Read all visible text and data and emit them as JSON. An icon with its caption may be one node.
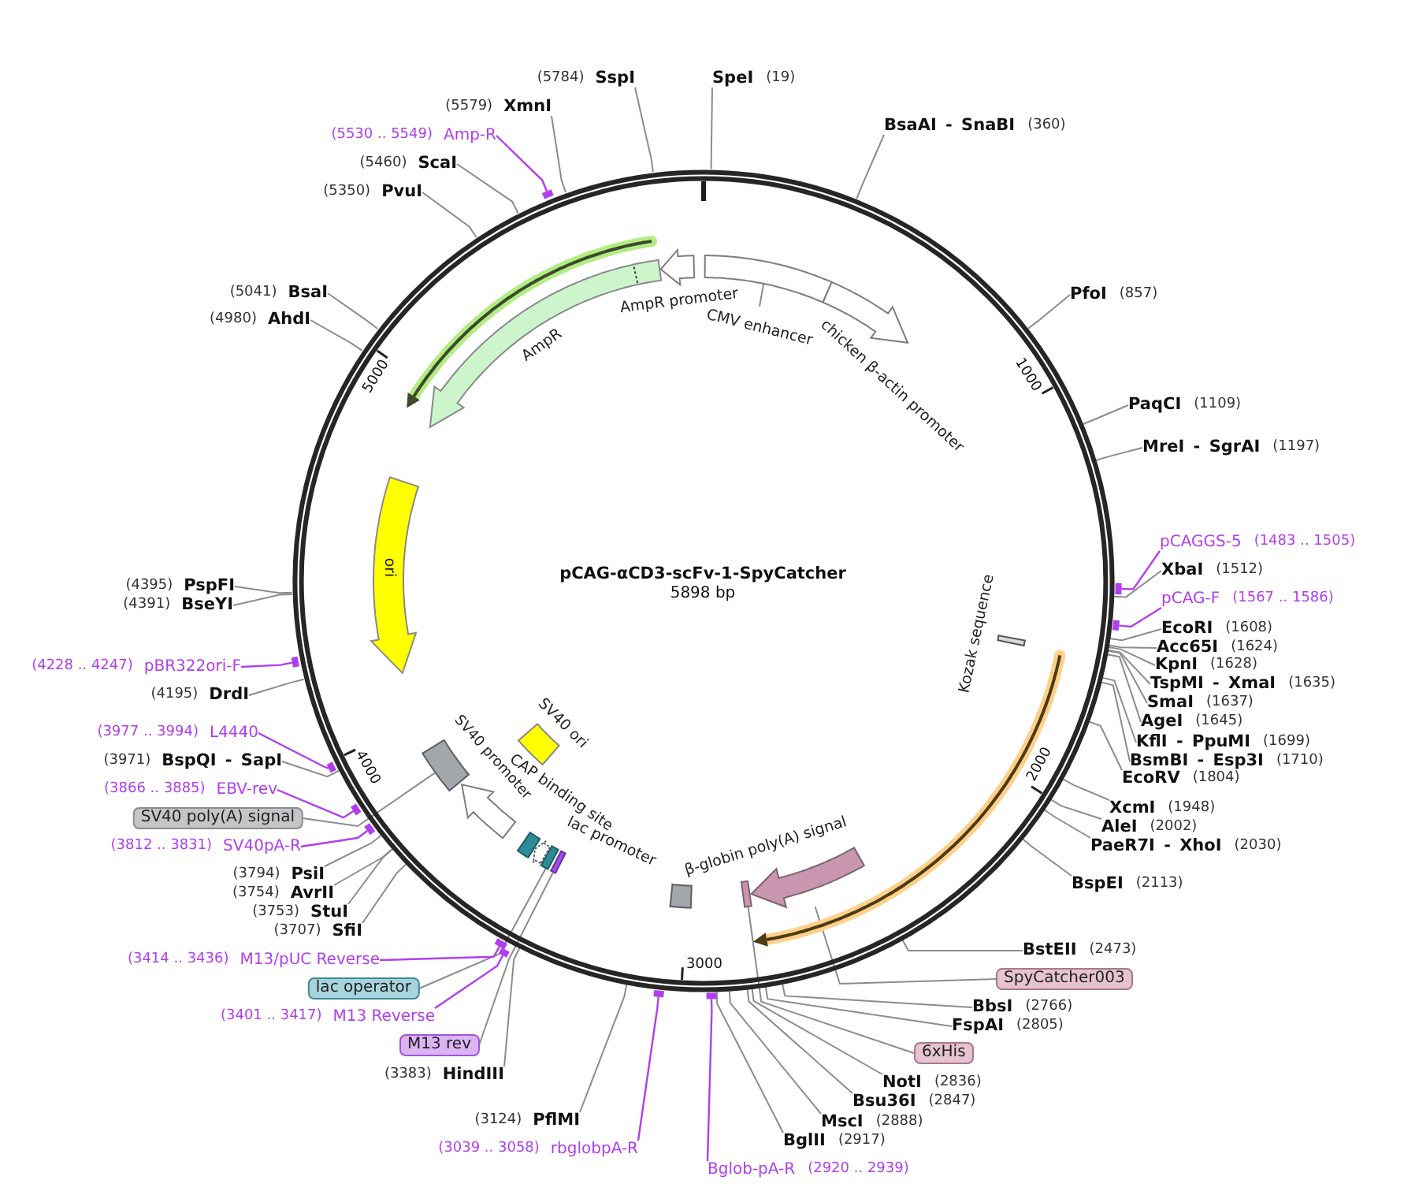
{
  "diagram": {
    "nodes": [
      {
        "text": [
          "pCAG-αCD3-scFv-1-SpyCatcher",
          "5898 bp"
        ]
      },
      {
        "text": [
          "SpeI",
          "(19)"
        ]
      },
      {
        "text": [
          "BsaAI - SnaBI",
          "(360)"
        ]
      },
      {
        "text": [
          "PfoI",
          "(857)"
        ]
      },
      {
        "text": [
          "PaqCI",
          "(1109)"
        ]
      },
      {
        "text": [
          "MreI - SgrAI",
          "(1197)"
        ]
      },
      {
        "text": [
          "pCAGGS-5",
          "(1483 .. 1505)"
        ]
      },
      {
        "text": [
          "XbaI",
          "(1512)"
        ]
      },
      {
        "text": [
          "pCAG-F",
          "(1567 .. 1586)"
        ]
      },
      {
        "text": [
          "EcoRI",
          "(1608)"
        ]
      },
      {
        "text": [
          "Acc65I",
          "(1624)"
        ]
      },
      {
        "text": [
          "KpnI",
          "(1628)"
        ]
      },
      {
        "text": [
          "TspMI - XmaI",
          "(1635)"
        ]
      },
      {
        "text": [
          "SmaI",
          "(1637)"
        ]
      },
      {
        "text": [
          "AgeI",
          "(1645)"
        ]
      },
      {
        "text": [
          "KflI - PpuMI",
          "(1699)"
        ]
      },
      {
        "text": [
          "BsmBI - Esp3I",
          "(1710)"
        ]
      },
      {
        "text": [
          "EcoRV",
          "(1804)"
        ]
      },
      {
        "text": [
          "XcmI",
          "(1948)"
        ]
      },
      {
        "text": [
          "AleI",
          "(2002)"
        ]
      },
      {
        "text": [
          "PaeR7I - XhoI",
          "(2030)"
        ]
      },
      {
        "text": [
          "BspEI",
          "(2113)"
        ]
      },
      {
        "text": [
          "BstEII",
          "(2473)"
        ]
      },
      {
        "text": [
          "SpyCatcher003"
        ]
      },
      {
        "text": [
          "BbsI",
          "(2766)"
        ]
      },
      {
        "text": [
          "FspAI",
          "(2805)"
        ]
      },
      {
        "text": [
          "6xHis"
        ]
      },
      {
        "text": [
          "NotI",
          "(2836)"
        ]
      },
      {
        "text": [
          "Bsu36I",
          "(2847)"
        ]
      },
      {
        "text": [
          "MscI",
          "(2888)"
        ]
      },
      {
        "text": [
          "BglII",
          "(2917)"
        ]
      },
      {
        "text": [
          "Bglob-pA-R",
          "(2920 .. 2939)"
        ]
      },
      {
        "text": [
          "(3039 .. 3058)",
          "rbglobpA-R"
        ]
      },
      {
        "text": [
          "(3124)",
          "PflMI"
        ]
      },
      {
        "text": [
          "(3383)",
          "HindIII"
        ]
      },
      {
        "text": [
          "M13 rev"
        ]
      },
      {
        "text": [
          "(3401 .. 3417)",
          "M13 Reverse"
        ]
      },
      {
        "text": [
          "lac operator"
        ]
      },
      {
        "text": [
          "(3414 .. 3436)",
          "M13/pUC Reverse"
        ]
      },
      {
        "text": [
          "(3707)",
          "SfiI"
        ]
      },
      {
        "text": [
          "(3753)",
          "StuI"
        ]
      },
      {
        "text": [
          "(3754)",
          "AvrII"
        ]
      },
      {
        "text": [
          "(3794)",
          "PsiI"
        ]
      },
      {
        "text": [
          "(3812 .. 3831)",
          "SV40pA-R"
        ]
      },
      {
        "text": [
          "SV40 poly(A) signal"
        ]
      },
      {
        "text": [
          "(3866 .. 3885)",
          "EBV-rev"
        ]
      },
      {
        "text": [
          "(3971)",
          "BspQI - SapI"
        ]
      },
      {
        "text": [
          "(3977 .. 3994)",
          "L4440"
        ]
      },
      {
        "text": [
          "(4195)",
          "DrdI"
        ]
      },
      {
        "text": [
          "(4228 .. 4247)",
          "pBR322ori-F"
        ]
      },
      {
        "text": [
          "(4391)",
          "BseYI"
        ]
      },
      {
        "text": [
          "(4395)",
          "PspFI"
        ]
      },
      {
        "text": [
          "(4980)",
          "AhdI"
        ]
      },
      {
        "text": [
          "(5041)",
          "BsaI"
        ]
      },
      {
        "text": [
          "(5350)",
          "PvuI"
        ]
      },
      {
        "text": [
          "(5460)",
          "ScaI"
        ]
      },
      {
        "text": [
          "(5530 .. 5549)",
          "Amp-R"
        ]
      },
      {
        "text": [
          "(5579)",
          "XmnI"
        ]
      },
      {
        "text": [
          "(5784)",
          "SspI"
        ]
      },
      {
        "text": [
          "CMV enhancer"
        ],
        "in": 0
      },
      {
        "text": [],
        "shape": "box",
        "in": 0
      },
      {
        "text": [],
        "shape": "arrow",
        "in": 0,
        "beside": [
          "chicken β-actin promoter"
        ]
      },
      {
        "text": [],
        "shape": "bar",
        "in": 0,
        "beside": [
          "Kozak sequence"
        ]
      },
      {
        "text": [],
        "shape": "arrow",
        "in": 0,
        "beside": [
          "β-globin poly(A) signal"
        ]
      },
      {
        "text": [],
        "shape": "bar",
        "in": 0
      },
      {
        "text": [],
        "shape": "box",
        "in": 0
      },
      {
        "text": [],
        "shape": "bar",
        "in": 0
      },
      {
        "text": [],
        "shape": "box",
        "in": 0
      },
      {
        "text": [],
        "shape": "arrow",
        "in": 0
      },
      {
        "text": [],
        "shape": "box",
        "in": 0,
        "beside": [
          "CAP binding site"
        ]
      },
      {
        "text": [],
        "shape": "arrow",
        "in": 0,
        "beside": [
          "SV40 promoter"
        ]
      },
      {
        "text": [],
        "shape": "box",
        "in": 0
      },
      {
        "text": [],
        "shape": "box",
        "in": 0,
        "beside": [
          "SV40 ori"
        ]
      },
      {
        "text": [
          "ori"
        ],
        "in": 0
      },
      {
        "text": [],
        "shape": "arrow",
        "in": 0,
        "beside": [
          "AmpR"
        ]
      },
      {
        "text": [],
        "shape": "arrow",
        "in": 0,
        "beside": [
          "AmpR promoter"
        ]
      },
      {
        "text": [],
        "shape": "bar"
      },
      {
        "text": [],
        "shape": "bar"
      },
      {
        "text": [],
        "shape": "bar"
      },
      {
        "text": [],
        "shape": "bar"
      },
      {
        "text": [],
        "shape": "bar"
      },
      {
        "text": [],
        "shape": "bar"
      },
      {
        "text": [],
        "shape": "bar"
      },
      {
        "text": [],
        "shape": "bar"
      },
      {
        "text": [],
        "shape": "bar"
      },
      {
        "text": [],
        "shape": "bar"
      },
      {
        "text": [],
        "shape": "bar"
      }
    ],
    "edges": [
      {
        "from": 1,
        "to": 0,
        "arrow": "none"
      },
      {
        "from": 2,
        "to": 0,
        "arrow": "none"
      },
      {
        "from": 3,
        "to": 0,
        "arrow": "none"
      },
      {
        "from": 4,
        "to": 0,
        "arrow": "none"
      },
      {
        "from": 5,
        "to": 0,
        "arrow": "none"
      },
      {
        "from": 6,
        "to": 76,
        "arrow": "none",
        "color": "#b03ef0"
      },
      {
        "from": 7,
        "to": 0,
        "arrow": "none"
      },
      {
        "from": 8,
        "to": 77,
        "arrow": "none",
        "color": "#b03ef0"
      },
      {
        "from": 9,
        "to": 0,
        "arrow": "none"
      },
      {
        "from": 10,
        "to": 0,
        "arrow": "none"
      },
      {
        "from": 11,
        "to": 0,
        "arrow": "none"
      },
      {
        "from": 12,
        "to": 0,
        "arrow": "none"
      },
      {
        "from": 13,
        "to": 0,
        "arrow": "none"
      },
      {
        "from": 14,
        "to": 0,
        "arrow": "none"
      },
      {
        "from": 15,
        "to": 0,
        "arrow": "none"
      },
      {
        "from": 16,
        "to": 0,
        "arrow": "none"
      },
      {
        "from": 17,
        "to": 0,
        "arrow": "none"
      },
      {
        "from": 18,
        "to": 0,
        "arrow": "none"
      },
      {
        "from": 19,
        "to": 0,
        "arrow": "none"
      },
      {
        "from": 20,
        "to": 0,
        "arrow": "none"
      },
      {
        "from": 21,
        "to": 0,
        "arrow": "none"
      },
      {
        "from": 22,
        "to": 0,
        "arrow": "none"
      },
      {
        "from": 23,
        "to": 0,
        "arrow": "none"
      },
      {
        "from": 24,
        "to": 0,
        "arrow": "none"
      },
      {
        "from": 25,
        "to": 0,
        "arrow": "none"
      },
      {
        "from": 26,
        "to": 64,
        "arrow": "none"
      },
      {
        "from": 27,
        "to": 0,
        "arrow": "none"
      },
      {
        "from": 28,
        "to": 0,
        "arrow": "none"
      },
      {
        "from": 29,
        "to": 0,
        "arrow": "none"
      },
      {
        "from": 30,
        "to": 0,
        "arrow": "none"
      },
      {
        "from": 31,
        "to": 78,
        "arrow": "none",
        "color": "#b03ef0"
      },
      {
        "from": 32,
        "to": 79,
        "arrow": "none",
        "color": "#b03ef0"
      },
      {
        "from": 33,
        "to": 0,
        "arrow": "none"
      },
      {
        "from": 34,
        "to": 0,
        "arrow": "none"
      },
      {
        "from": 35,
        "to": 66,
        "arrow": "none"
      },
      {
        "from": 36,
        "to": 80,
        "arrow": "none",
        "color": "#b03ef0"
      },
      {
        "from": 37,
        "to": 67,
        "arrow": "none"
      },
      {
        "from": 38,
        "to": 81,
        "arrow": "none",
        "color": "#b03ef0"
      },
      {
        "from": 39,
        "to": 0,
        "arrow": "none"
      },
      {
        "from": 40,
        "to": 0,
        "arrow": "none"
      },
      {
        "from": 41,
        "to": 0,
        "arrow": "none"
      },
      {
        "from": 42,
        "to": 0,
        "arrow": "none"
      },
      {
        "from": 43,
        "to": 82,
        "arrow": "none",
        "color": "#b03ef0"
      },
      {
        "from": 44,
        "to": 71,
        "arrow": "none"
      },
      {
        "from": 45,
        "to": 83,
        "arrow": "none",
        "color": "#b03ef0"
      },
      {
        "from": 46,
        "to": 0,
        "arrow": "none"
      },
      {
        "from": 47,
        "to": 84,
        "arrow": "none",
        "color": "#b03ef0"
      },
      {
        "from": 48,
        "to": 0,
        "arrow": "none"
      },
      {
        "from": 49,
        "to": 85,
        "arrow": "none",
        "color": "#b03ef0"
      },
      {
        "from": 50,
        "to": 0,
        "arrow": "none"
      },
      {
        "from": 51,
        "to": 0,
        "arrow": "none"
      },
      {
        "from": 52,
        "to": 0,
        "arrow": "none"
      },
      {
        "from": 53,
        "to": 0,
        "arrow": "none"
      },
      {
        "from": 54,
        "to": 0,
        "arrow": "none"
      },
      {
        "from": 55,
        "to": 0,
        "arrow": "none"
      },
      {
        "from": 56,
        "to": 86,
        "arrow": "none",
        "color": "#b03ef0"
      },
      {
        "from": 57,
        "to": 0,
        "arrow": "none"
      },
      {
        "from": 58,
        "to": 0,
        "arrow": "none"
      },
      {
        "from": 59,
        "to": 60,
        "arrow": "none"
      }
    ],
    "labels": [
      "5000",
      "1000",
      "4000",
      "2000",
      "lac promoter",
      "3000"
    ]
  }
}
